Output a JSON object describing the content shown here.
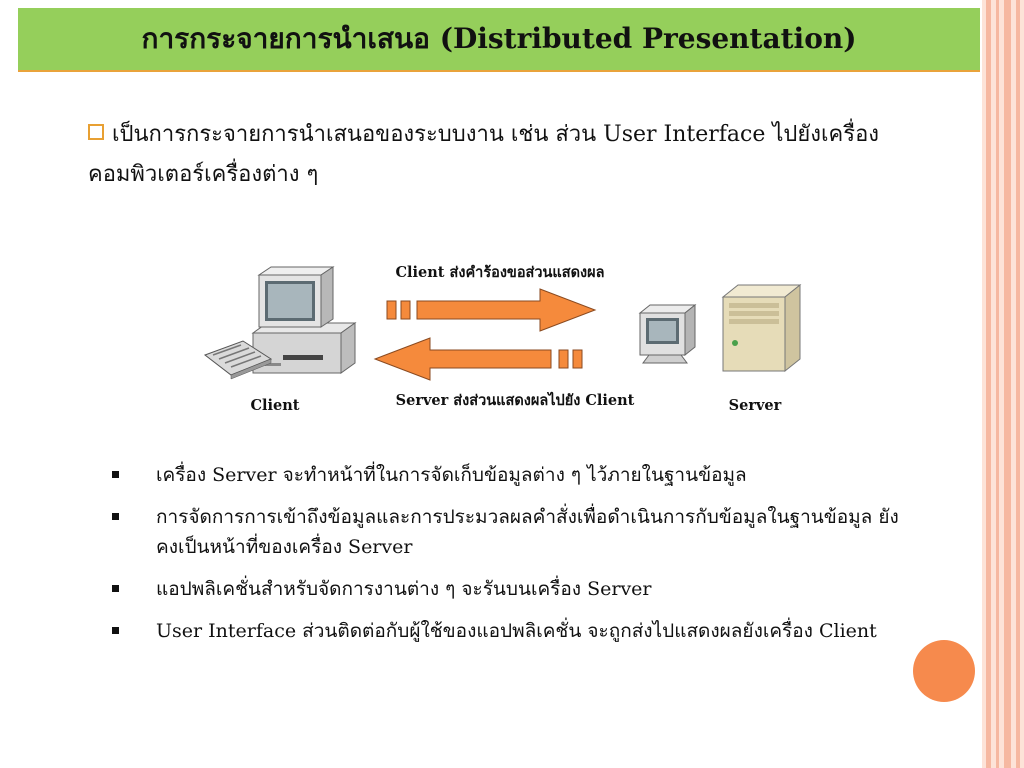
{
  "slide": {
    "title": "การกระจายการนำเสนอ (Distributed Presentation)",
    "intro": "เป็นการกระจายการนำเสนอของระบบงาน เช่น ส่วน User Interface ไปยังเครื่องคอมพิวเตอร์เครื่องต่าง ๆ"
  },
  "diagram": {
    "client_label": "Client",
    "server_label": "Server",
    "request_label": "Client ส่งคำร้องขอส่วนแสดงผล",
    "response_label": "Server ส่งส่วนแสดงผลไปยัง Client",
    "arrow_color": "#f58a3c"
  },
  "bullets": [
    "เครื่อง Server จะทำหน้าที่ในการจัดเก็บข้อมูลต่าง ๆ ไว้ภายในฐานข้อมูล",
    "การจัดการการเข้าถึงข้อมูลและการประมวลผลคำสั่งเพื่อดำเนินการกับข้อมูลในฐานข้อมูล ยังคงเป็นหน้าที่ของเครื่อง Server",
    "แอปพลิเคชั่นสำหรับจัดการงานต่าง ๆ จะรันบนเครื่อง Server",
    "User Interface ส่วนติดต่อกับผู้ใช้ของแอปพลิเคชั่น จะถูกส่งไปแสดงผลยังเครื่อง Client"
  ],
  "colors": {
    "title_bg": "#95cf5b",
    "accent": "#e9a33b",
    "decor_circle": "#f68a4d"
  }
}
